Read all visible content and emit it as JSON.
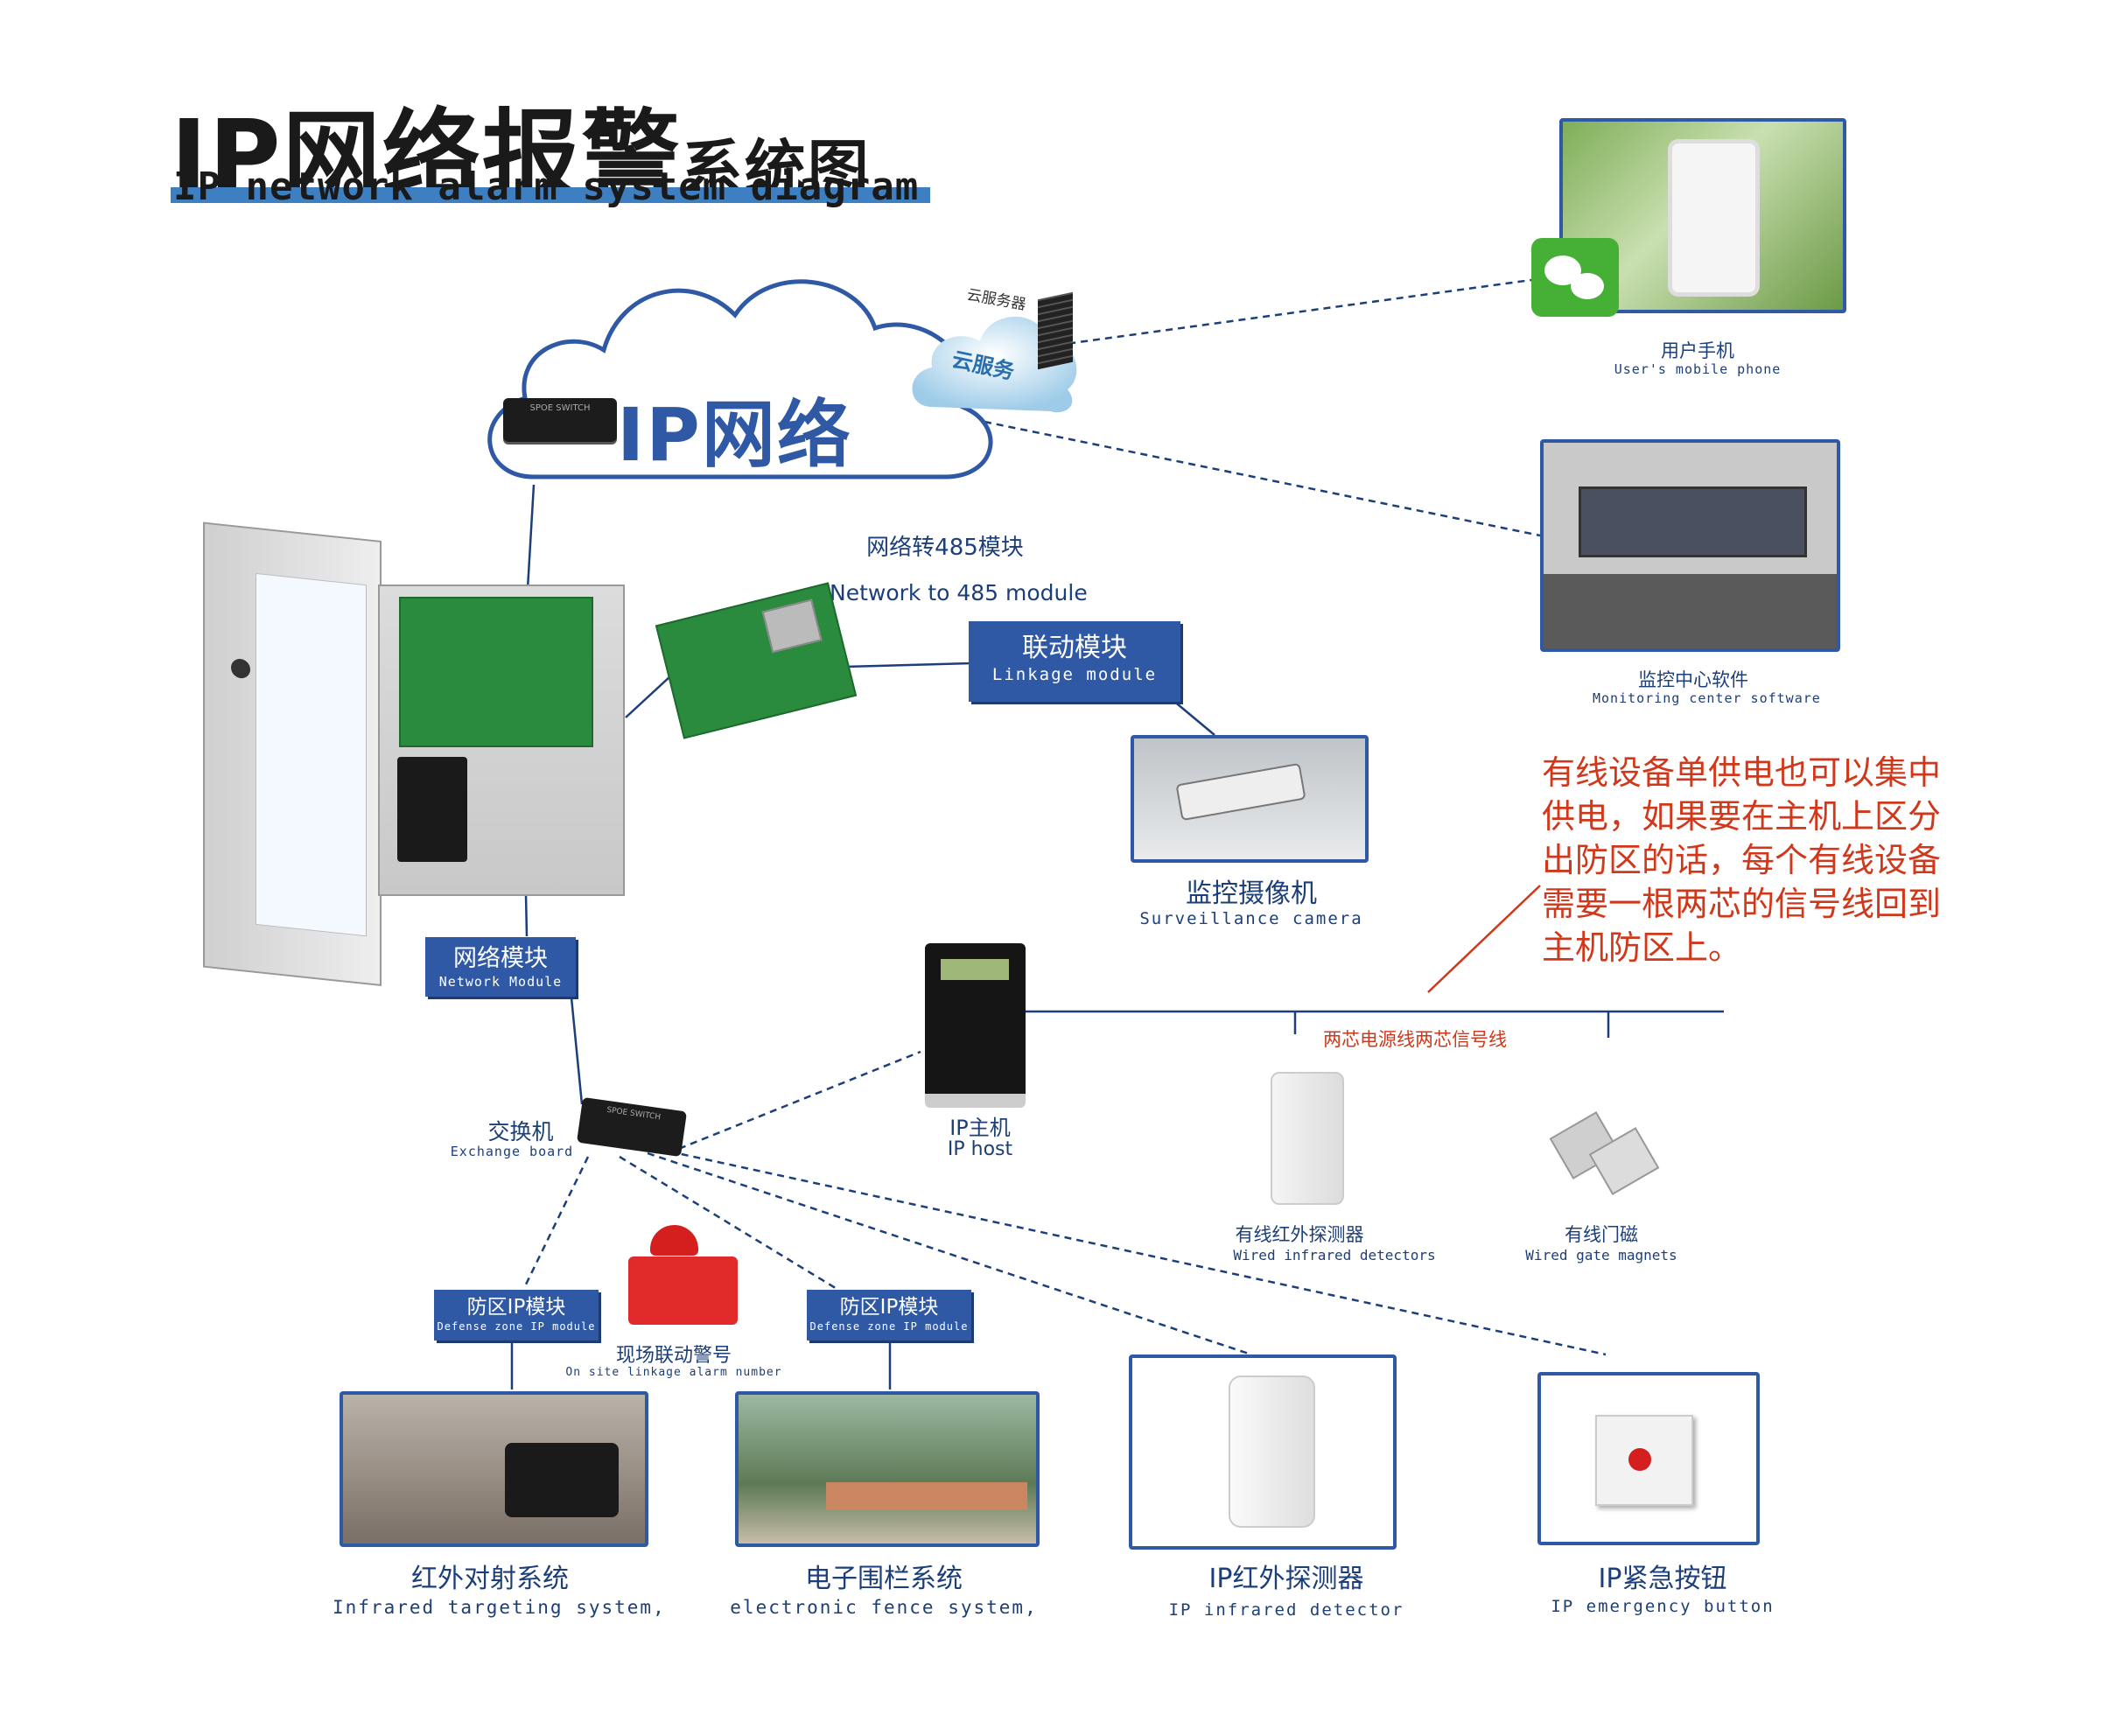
{
  "title": {
    "cn_main": "IP网络报警",
    "cn_sub": "系统图",
    "en": "IP network alarm system diagram"
  },
  "cloud": {
    "label": "IP网络",
    "switch_text": "SPOE SWITCH",
    "cloud_service": "云服务",
    "cloud_server": "云服务器"
  },
  "phone": {
    "cn": "用户手机",
    "en": "User's mobile phone"
  },
  "monitoring": {
    "cn": "监控中心软件",
    "en": "Monitoring center software"
  },
  "module485": {
    "cn": "网络转485模块",
    "en": "Network to 485 module"
  },
  "linkage": {
    "cn": "联动模块",
    "en": "Linkage module"
  },
  "camera": {
    "cn": "监控摄像机",
    "en": "Surveillance camera"
  },
  "network_module": {
    "cn": "网络模块",
    "en": "Network Module"
  },
  "switch": {
    "cn": "交换机",
    "en": "Exchange board",
    "device_text": "SPOE SWITCH"
  },
  "ip_host": {
    "cn": "IP主机",
    "en": "IP host"
  },
  "note": {
    "lines": [
      "有线设备单供电也可以集中",
      "供电，如果要在主机上区分",
      "出防区的话，每个有线设备",
      "需要一根两芯的信号线回到",
      "主机防区上。"
    ]
  },
  "wire_label": "两芯电源线两芯信号线",
  "wired_infrared": {
    "cn": "有线红外探测器",
    "en": "Wired infrared detectors"
  },
  "wired_gate": {
    "cn": "有线门磁",
    "en": "Wired gate magnets"
  },
  "defense_zone_1": {
    "cn": "防区IP模块",
    "en": "Defense zone IP module"
  },
  "defense_zone_2": {
    "cn": "防区IP模块",
    "en": "Defense zone IP module"
  },
  "alarm": {
    "cn": "现场联动警号",
    "en": "On site linkage alarm number"
  },
  "infrared_system": {
    "cn": "红外对射系统",
    "en": "Infrared targeting system,"
  },
  "fence_system": {
    "cn": "电子围栏系统",
    "en": "electronic fence system,"
  },
  "ip_infrared": {
    "cn": "IP红外探测器",
    "en": "IP infrared detector"
  },
  "ip_emergency": {
    "cn": "IP紧急按钮",
    "en": "IP emergency button"
  },
  "colors": {
    "brand_blue": "#2f59a4",
    "note_red": "#d0381b",
    "line_blue": "#1c3f7a"
  }
}
